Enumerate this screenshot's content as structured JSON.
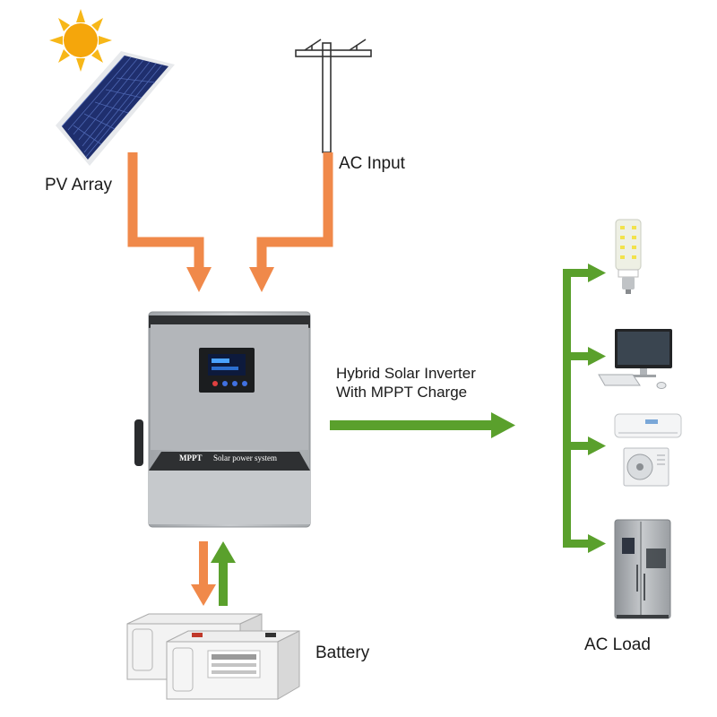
{
  "labels": {
    "pv_array": "PV Array",
    "ac_input": "AC Input",
    "inverter_line1": "Hybrid Solar Inverter",
    "inverter_line2": "With MPPT Charge",
    "battery": "Battery",
    "ac_load": "AC Load"
  },
  "device": {
    "brand": "MPPT",
    "product_text": "Solar power system"
  },
  "colors": {
    "input_arrow": "#f0894a",
    "output_arrow": "#5aa02c",
    "inverter_body": "#b9bcbf",
    "inverter_dark": "#2e3032"
  },
  "loads": [
    "led-bulb-icon",
    "computer-icon",
    "air-conditioner-icon",
    "refrigerator-icon"
  ]
}
